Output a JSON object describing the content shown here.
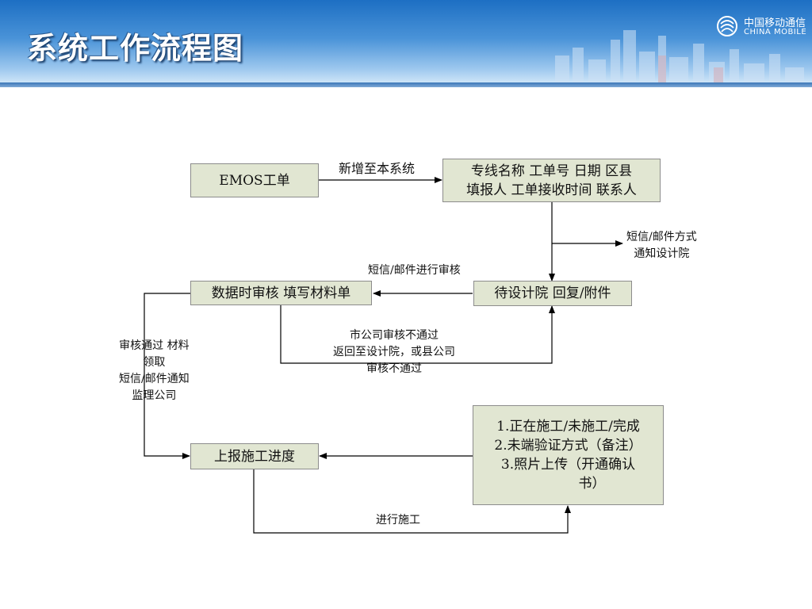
{
  "slide": {
    "title": "系统工作流程图"
  },
  "logo": {
    "name_cn": "中国移动通信",
    "name_en": "CHINA MOBILE"
  },
  "nodes": {
    "emos": "EMOS工单",
    "fields_line1": "专线名称 工单号 日期 区县",
    "fields_line2": "填报人 工单接收时间 联系人",
    "audit": "数据时审核 填写材料单",
    "wait": "待设计院 回复/附件",
    "report": "上报施工进度",
    "status_line1": "1.正在施工/未施工/完成",
    "status_line2": "2.未端验证方式（备注）",
    "status_line3": "3.照片上传（开通确认",
    "status_line4": "书）"
  },
  "edge_labels": {
    "add_to_system": "新增至本系统",
    "notify_design_line1": "短信/邮件方式",
    "notify_design_line2": "通知设计院",
    "sms_audit": "短信/邮件进行审核",
    "reject_line1": "市公司审核不通过",
    "reject_line2": "返回至设计院，或县公司",
    "reject_line3": "审核不通过",
    "approve_line1": "审核通过 材料",
    "approve_line2": "领取",
    "approve_line3": "短信/邮件通知",
    "approve_line4": "监理公司",
    "construct": "进行施工"
  },
  "colors": {
    "box_fill": "#e1e6d2",
    "box_border": "#8c8c8c",
    "header_blue": "#1d6fc3"
  }
}
